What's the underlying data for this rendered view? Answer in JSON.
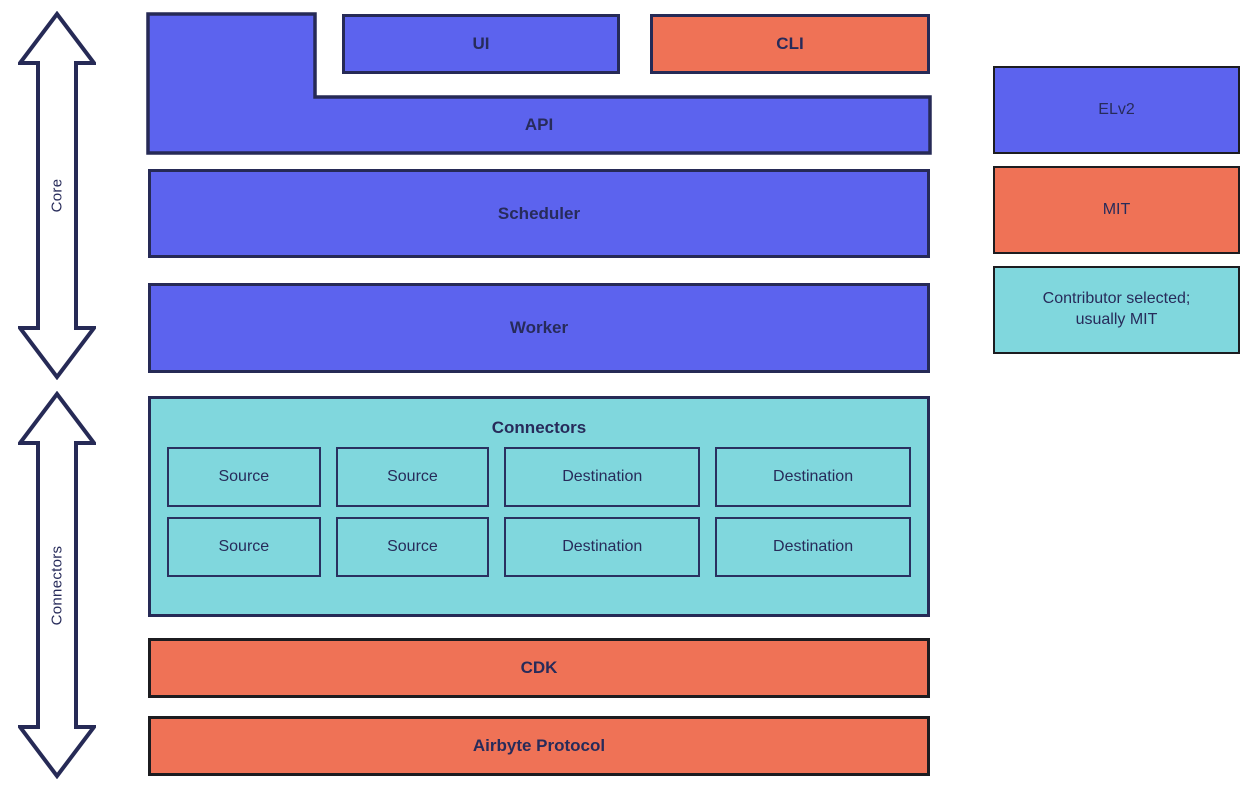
{
  "arrows": {
    "core_label": "Core",
    "connectors_label": "Connectors"
  },
  "stack": {
    "api": "API",
    "ui": "UI",
    "cli": "CLI",
    "scheduler": "Scheduler",
    "worker": "Worker",
    "cdk": "CDK",
    "protocol": "Airbyte Protocol"
  },
  "connectors": {
    "title": "Connectors",
    "rows": [
      [
        "Source",
        "Source",
        "Destination",
        "Destination"
      ],
      [
        "Source",
        "Source",
        "Destination",
        "Destination"
      ]
    ]
  },
  "legend": {
    "elv2": "ELv2",
    "mit": "MIT",
    "contributor": "Contributor selected; usually MIT"
  },
  "colors": {
    "blue": "#5c63ee",
    "orange": "#ef7256",
    "teal": "#80d7dd",
    "stroke_navy": "#262a56",
    "stroke_dark": "#1c1c20",
    "text": "#272b5a",
    "background": "#ffffff"
  }
}
